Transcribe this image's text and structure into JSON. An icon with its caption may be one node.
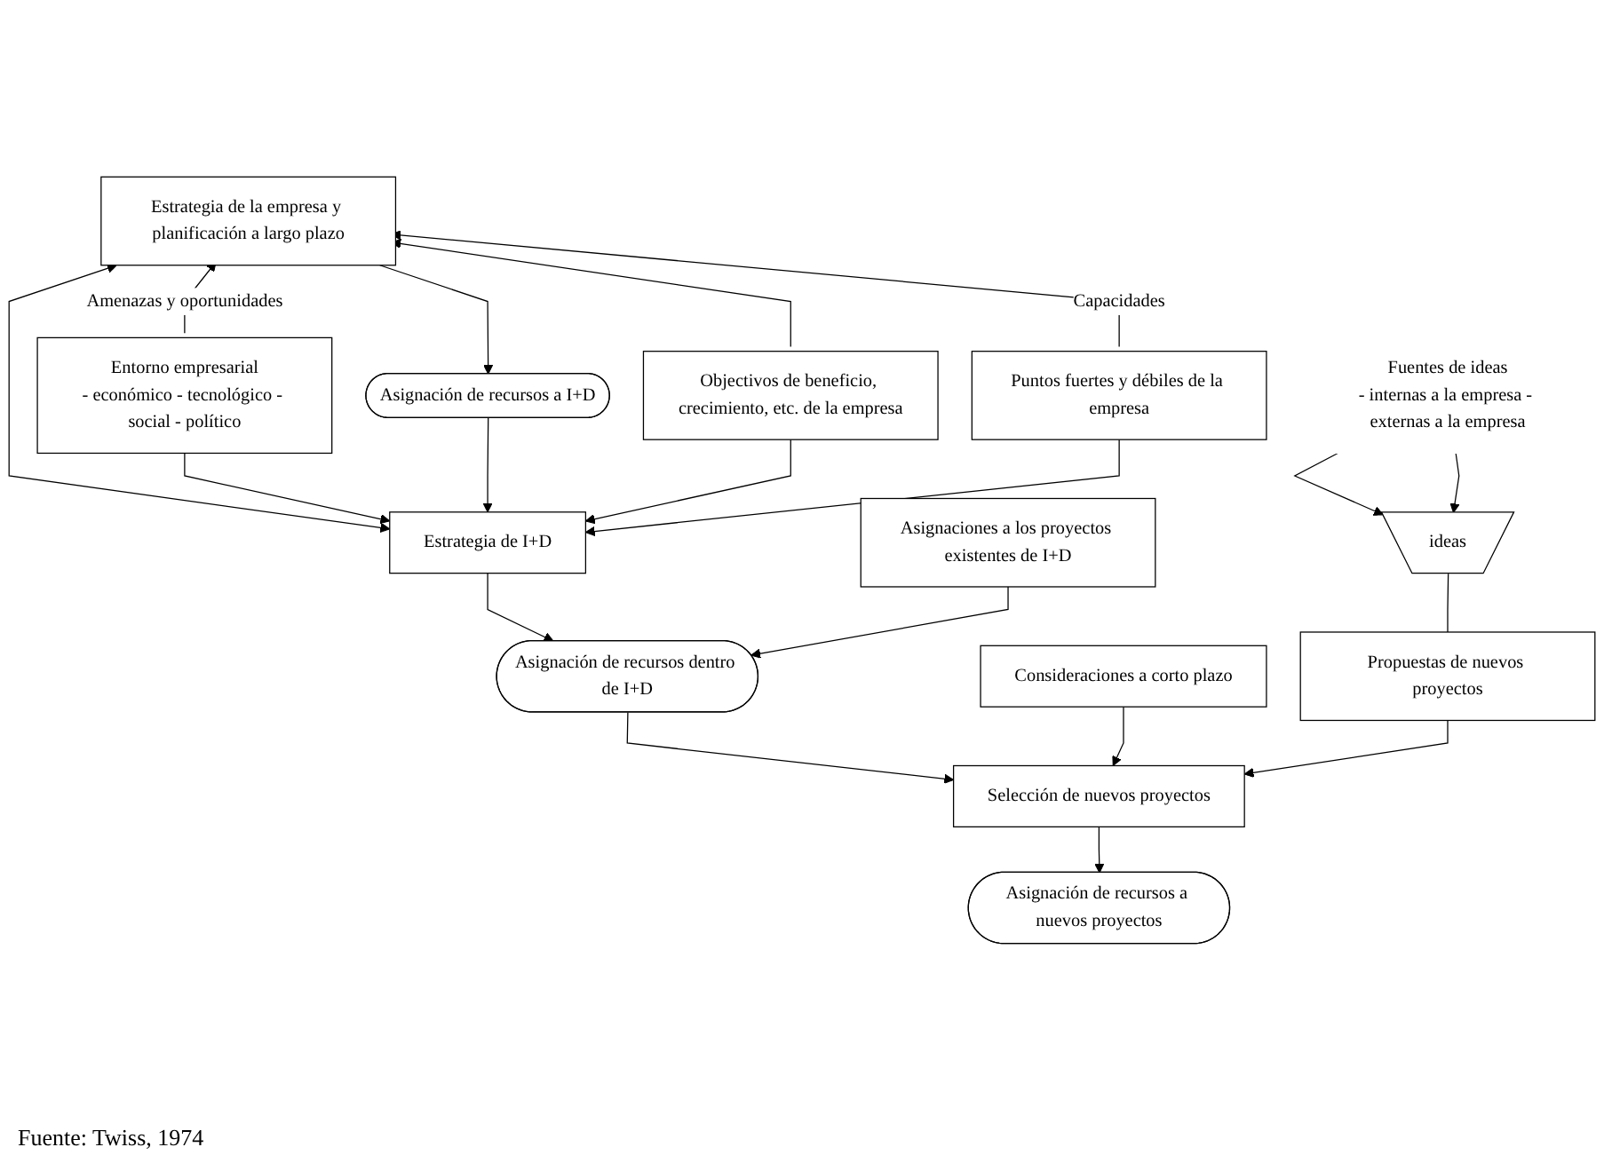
{
  "diagram": {
    "caption": "Fuente: Twiss, 1974",
    "nodes": [
      {
        "text": [
          "Entorno empresarial",
          "- económico - tecnológico - social - político"
        ]
      },
      {
        "text": [
          "Estrategia de la empresa y planificación a largo plazo"
        ]
      },
      {
        "text": [
          "Asignación de recursos a I+D"
        ]
      },
      {
        "text": [
          "Objectivos de beneficio, crecimiento, etc. de la empresa"
        ]
      },
      {
        "text": [
          "Puntos fuertes y débiles de la empresa"
        ]
      },
      {
        "text": [
          "Estrategia de I+D"
        ]
      },
      {
        "text": [
          "Fuentes de ideas",
          "- internas a la empresa - externas a la empresa"
        ]
      },
      {
        "text": [
          "Asignaciones a los proyectos existentes de I+D"
        ]
      },
      {
        "text": [
          "Asignación de recursos dentro de I+D"
        ]
      },
      {
        "text": [
          "ideas"
        ]
      },
      {
        "text": [
          "Consideraciones a corto plazo"
        ]
      },
      {
        "text": [
          "Selección de nuevos proyectos"
        ]
      },
      {
        "text": [
          "Propuestas de nuevos proyectos"
        ]
      },
      {
        "text": [
          "Asignación de recursos a nuevos proyectos"
        ]
      }
    ],
    "edges": [
      {
        "from": 0,
        "to": 1,
        "arrow": "to",
        "label": "Amenazas y oportunidades"
      },
      {
        "from": 1,
        "to": 2,
        "arrow": "to"
      },
      {
        "from": 1,
        "to": 5,
        "arrow": "both"
      },
      {
        "from": 3,
        "to": 1,
        "arrow": "to"
      },
      {
        "from": 4,
        "to": 1,
        "arrow": "to",
        "label": "Capacidades"
      },
      {
        "from": 0,
        "to": 5,
        "arrow": "to"
      },
      {
        "from": 2,
        "to": 5,
        "arrow": "to"
      },
      {
        "from": 3,
        "to": 5,
        "arrow": "to"
      },
      {
        "from": 4,
        "to": 5,
        "arrow": "to"
      },
      {
        "from": 5,
        "to": 8,
        "arrow": "to"
      },
      {
        "from": 6,
        "to": 9,
        "arrow": "to"
      },
      {
        "from": 6,
        "to": 9,
        "arrow": "to"
      },
      {
        "from": 9,
        "to": 12,
        "arrow": "none"
      },
      {
        "from": 7,
        "to": 8,
        "arrow": "to"
      },
      {
        "from": 8,
        "to": 11,
        "arrow": "to"
      },
      {
        "from": 10,
        "to": 11,
        "arrow": "to"
      },
      {
        "from": 12,
        "to": 11,
        "arrow": "to"
      },
      {
        "from": 11,
        "to": 13,
        "arrow": "to"
      }
    ]
  }
}
